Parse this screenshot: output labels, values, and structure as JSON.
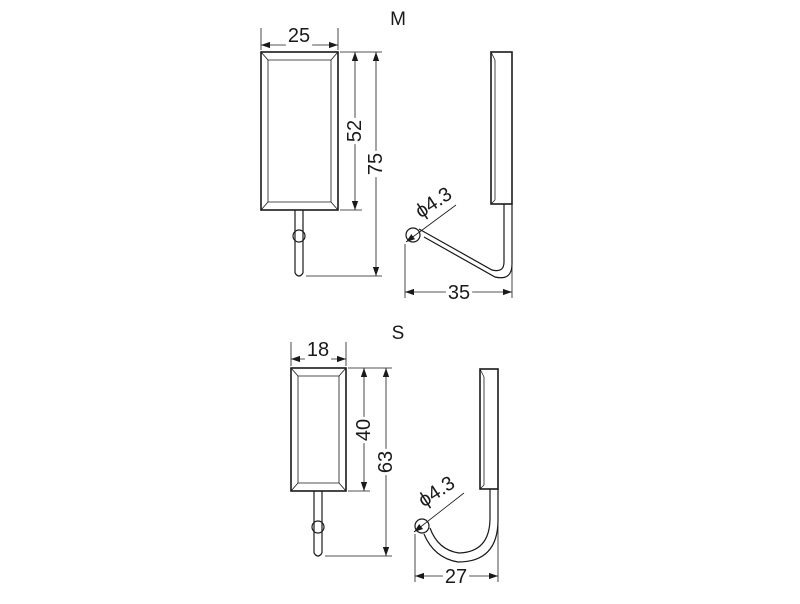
{
  "hooks": [
    {
      "size_label": "M",
      "width_dim": "25",
      "plate_height_dim": "52",
      "total_height_dim": "75",
      "diameter_dim": "ϕ4.3",
      "depth_dim": "35"
    },
    {
      "size_label": "S",
      "width_dim": "18",
      "plate_height_dim": "40",
      "total_height_dim": "63",
      "diameter_dim": "ϕ4.3",
      "depth_dim": "27"
    }
  ]
}
